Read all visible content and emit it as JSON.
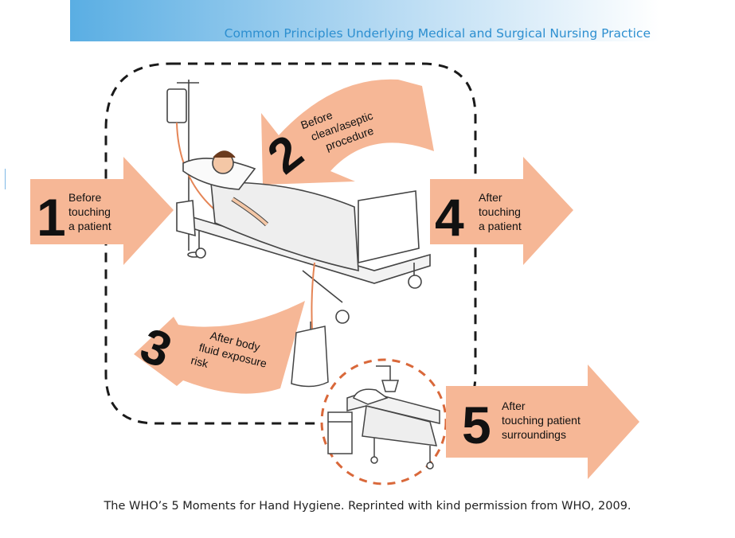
{
  "header": {
    "title": "Common Principles Underlying Medical and Surgical Nursing Practice"
  },
  "colors": {
    "arrow": "#f6b796",
    "dashed_orange": "#d9683a",
    "header_blue": "#2d8fd0"
  },
  "moments": [
    {
      "number": "1",
      "lines": [
        "Before",
        "touching",
        "a patient"
      ]
    },
    {
      "number": "2",
      "lines": [
        "Before",
        "clean/aseptic",
        "procedure"
      ]
    },
    {
      "number": "3",
      "lines": [
        "After body",
        "fluid exposure",
        "risk"
      ]
    },
    {
      "number": "4",
      "lines": [
        "After",
        "touching",
        "a patient"
      ]
    },
    {
      "number": "5",
      "lines": [
        "After",
        "touching patient",
        "surroundings"
      ]
    }
  ],
  "caption": "The WHO’s 5 Moments for Hand Hygiene. Reprinted with kind permission from WHO, 2009."
}
